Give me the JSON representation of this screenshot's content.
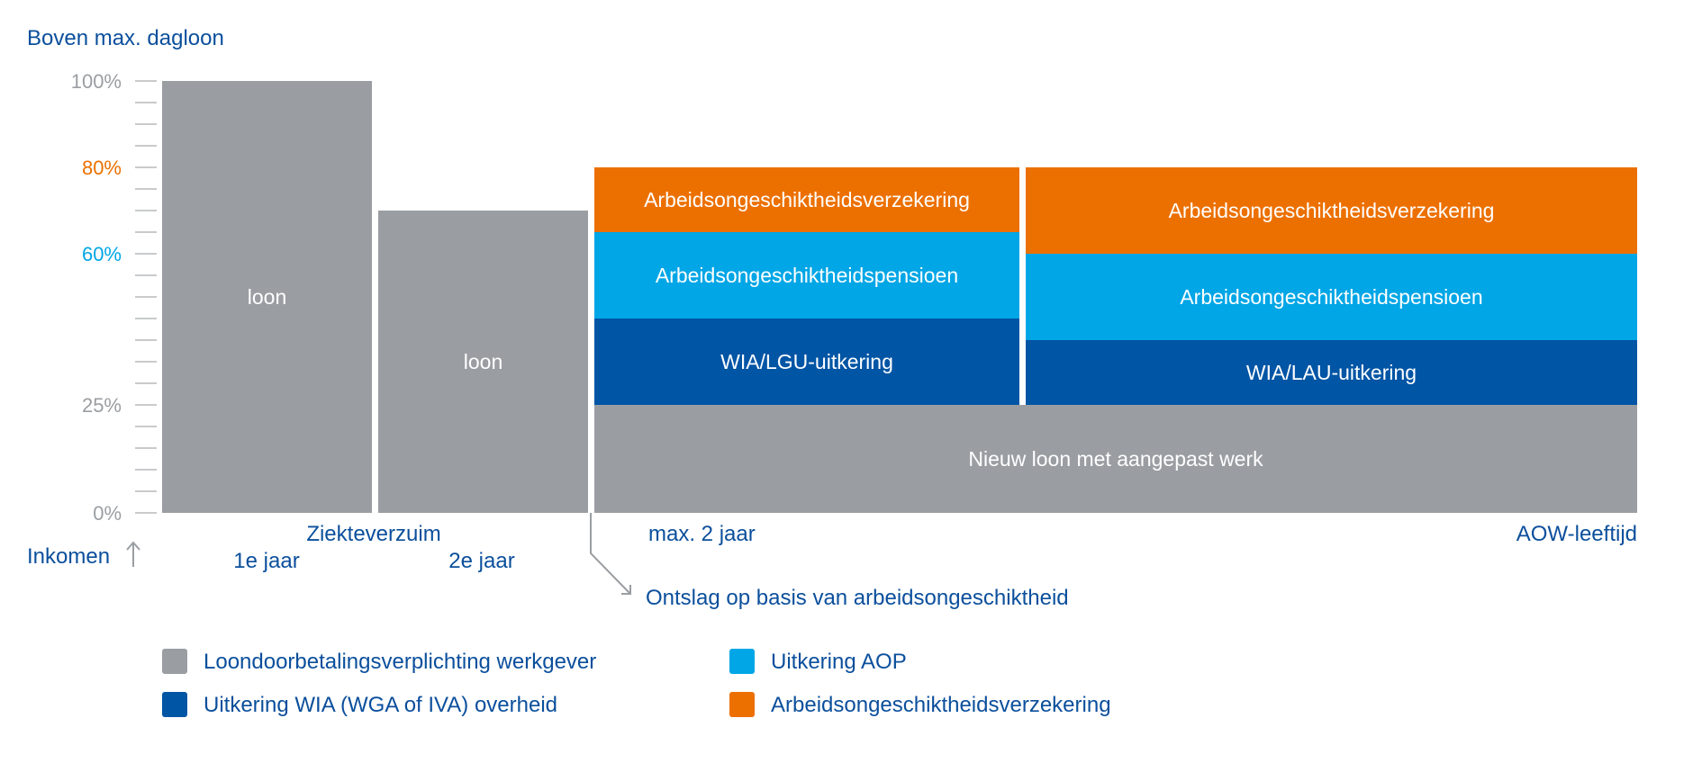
{
  "chart_data": {
    "type": "bar",
    "title": "Boven max. dagloon",
    "ylabel": "Inkomen",
    "ylim": [
      0,
      100
    ],
    "y_ticks": [
      {
        "value": 100,
        "label": "100%",
        "color": "#9a9ea2"
      },
      {
        "value": 80,
        "label": "80%",
        "color": "#ec7000"
      },
      {
        "value": 60,
        "label": "60%",
        "color": "#00a6e6"
      },
      {
        "value": 25,
        "label": "25%",
        "color": "#9a9ea2"
      },
      {
        "value": 0,
        "label": "0%",
        "color": "#9a9ea2"
      }
    ],
    "x_labels": {
      "group": "Ziekteverzuim",
      "year1": "1e jaar",
      "year2": "2e jaar",
      "max2": "max. 2 jaar",
      "aow": "AOW-leeftijd",
      "ontslag": "Ontslag op basis van arbeidsongeschiktheid"
    },
    "bars": [
      {
        "label": "loon",
        "segments": [
          {
            "from": 0,
            "to": 100,
            "series": "loon",
            "label": "loon"
          }
        ]
      },
      {
        "label": "loon",
        "segments": [
          {
            "from": 0,
            "to": 70,
            "series": "loon",
            "label": "loon"
          }
        ]
      },
      {
        "segments": [
          {
            "from": 25,
            "to": 45,
            "series": "wia",
            "label": "WIA/LGU-uitkering"
          },
          {
            "from": 45,
            "to": 65,
            "series": "aop",
            "label": "Arbeidsongeschiktheidspensioen"
          },
          {
            "from": 65,
            "to": 80,
            "series": "av",
            "label": "Arbeidsongeschiktheidsverzekering"
          }
        ]
      },
      {
        "segments": [
          {
            "from": 25,
            "to": 40,
            "series": "wia",
            "label": "WIA/LAU-uitkering"
          },
          {
            "from": 40,
            "to": 60,
            "series": "aop",
            "label": "Arbeidsongeschiktheidspensioen"
          },
          {
            "from": 60,
            "to": 80,
            "series": "av",
            "label": "Arbeidsongeschiktheidsverzekering"
          }
        ]
      }
    ],
    "base_segment": {
      "from": 0,
      "to": 25,
      "series": "loon",
      "label": "Nieuw loon met aangepast werk"
    },
    "legend": [
      {
        "key": "loon",
        "label": "Loondoorbetalingsverplichting werkgever",
        "color": "#9a9ea2"
      },
      {
        "key": "aop",
        "label": "Uitkering AOP",
        "color": "#00a6e6"
      },
      {
        "key": "wia",
        "label": "Uitkering WIA (WGA of IVA) overheid",
        "color": "#0055a5"
      },
      {
        "key": "av",
        "label": "Arbeidsongeschiktheidsverzekering",
        "color": "#ec7000"
      }
    ],
    "colors": {
      "loon": "#9a9ea2",
      "aop": "#00a6e6",
      "wia": "#0055a5",
      "av": "#ec7000",
      "text_blue": "#0b4f9c",
      "tick": "#b5b8bb"
    }
  }
}
